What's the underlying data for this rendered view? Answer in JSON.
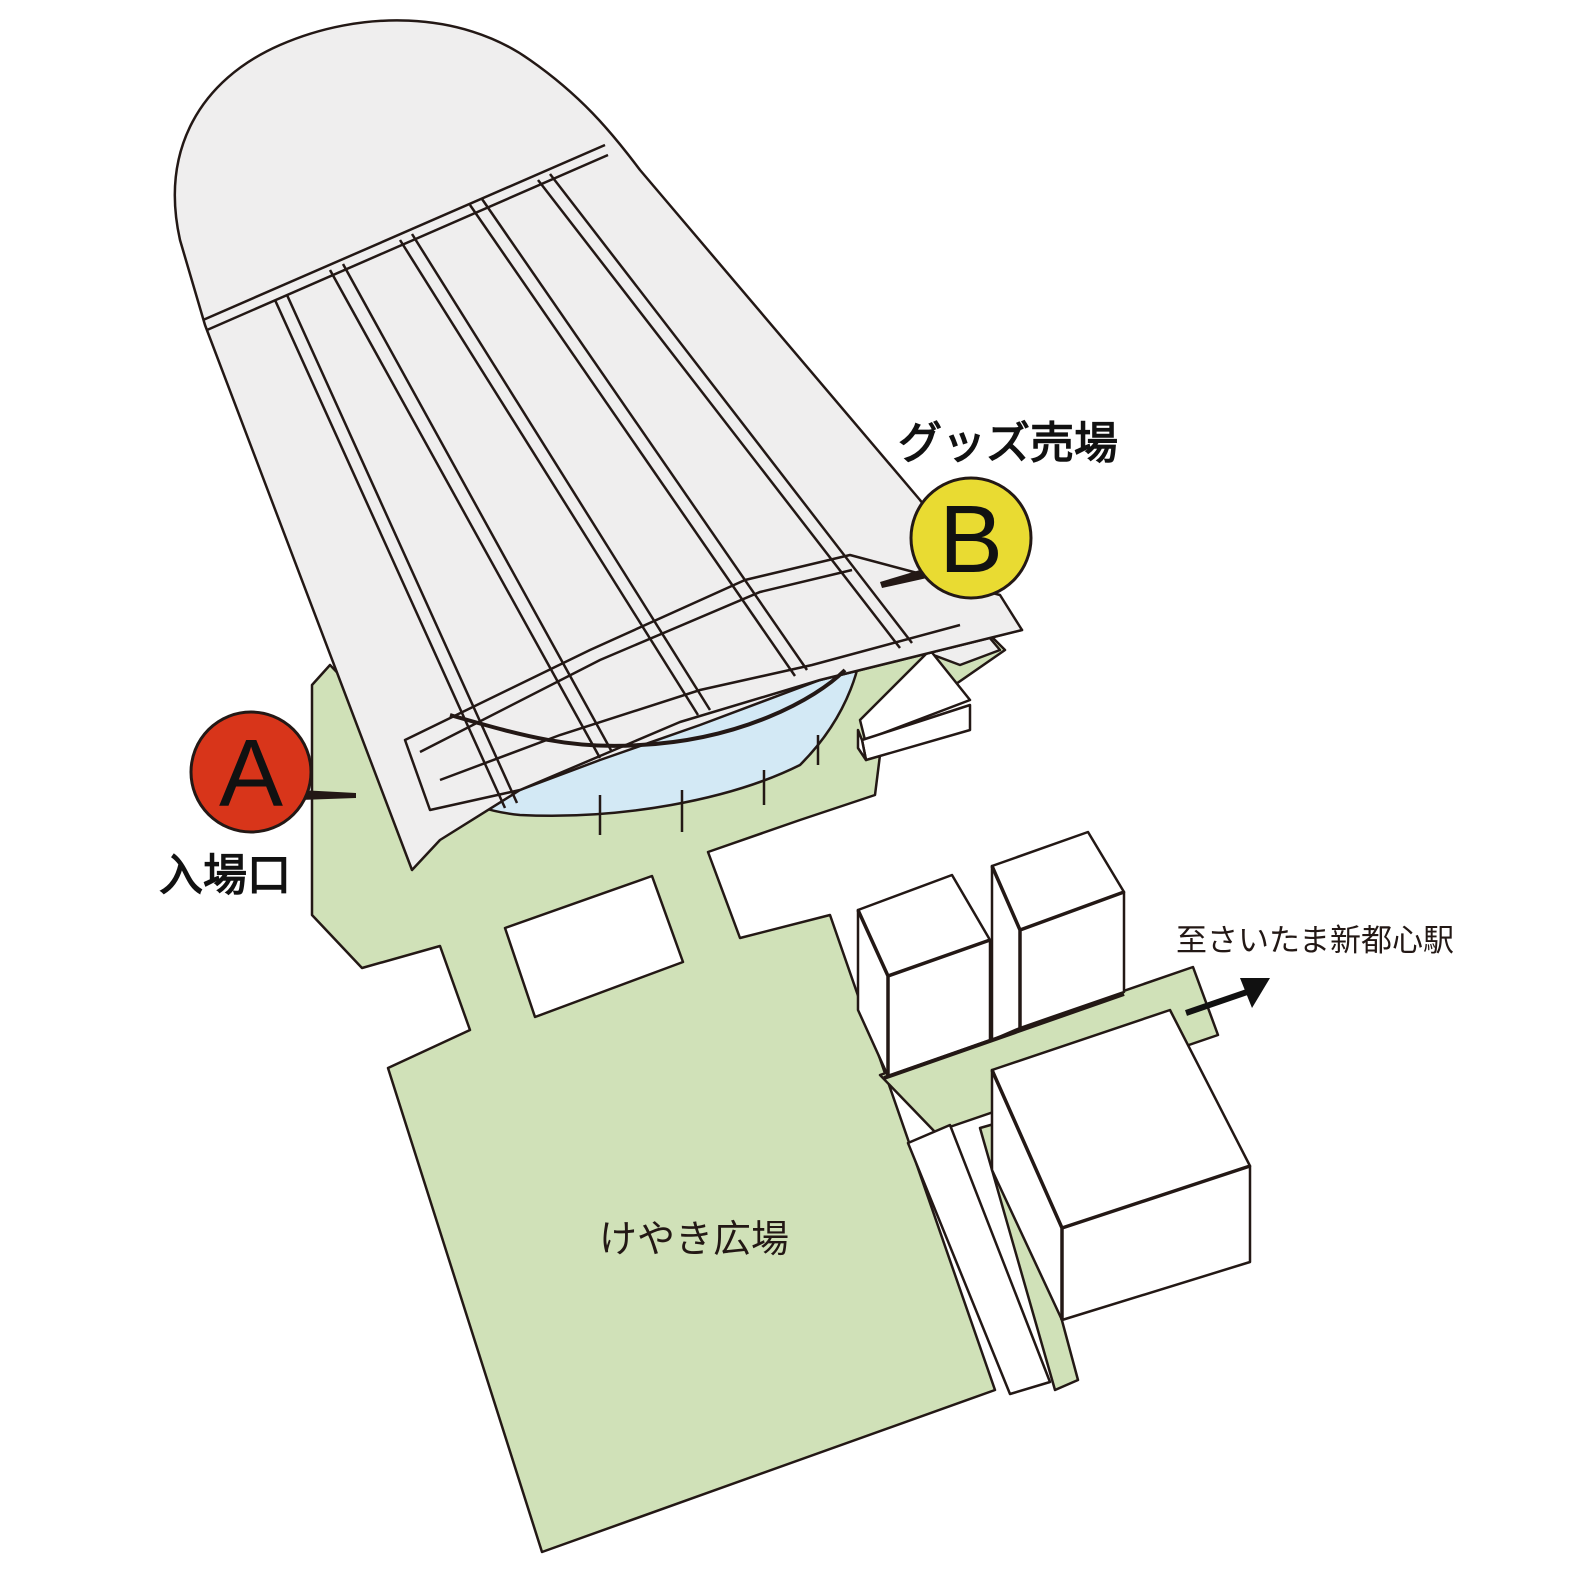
{
  "map": {
    "colors": {
      "ground": "#d0e1b8",
      "roof": "#efeeee",
      "glass": "#d3e9f5",
      "building": "#ffffff",
      "outline": "#231815",
      "marker_a": "#d8351a",
      "marker_b": "#e9db32"
    },
    "markers": [
      {
        "letter": "A",
        "label": "入場口",
        "color": "#d8351a"
      },
      {
        "letter": "B",
        "label": "グッズ売場",
        "color": "#e9db32"
      }
    ],
    "plaza_label": "けやき広場",
    "direction_label": "至さいたま新都心駅",
    "direction_icon": "arrow-right-icon"
  }
}
